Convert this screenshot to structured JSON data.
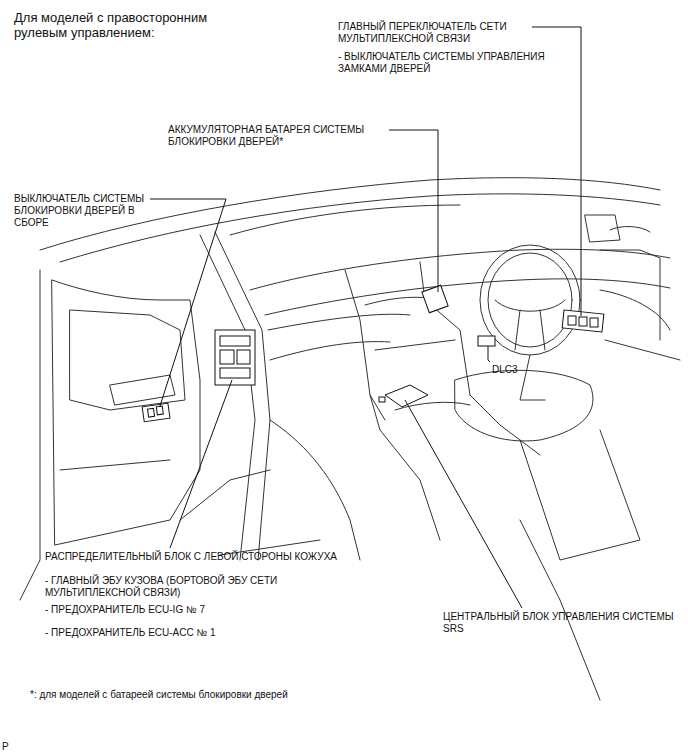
{
  "diagram": {
    "title": "Для моделей с правосторонним рулевым управлением:",
    "labels": [
      "ГЛАВНЫЙ ПЕРЕКЛЮЧАТЕЛЬ СЕТИ МУЛЬТИПЛЕКСНОЙ СВЯЗИ",
      "- ВЫКЛЮЧАТЕЛЬ СИСТЕМЫ УПРАВЛЕНИЯ ЗАМКАМИ ДВЕРЕЙ",
      "АККУМУЛЯТОРНАЯ БАТАРЕЯ СИСТЕМЫ БЛОКИРОВКИ ДВЕРЕЙ*",
      "ВЫКЛЮЧАТЕЛЬ СИСТЕМЫ БЛОКИРОВКИ ДВЕРЕЙ В СБОРЕ",
      "DLC3",
      "РАСПРЕДЕЛИТЕЛЬНЫЙ БЛОК С ЛЕВОЙ СТОРОНЫ КОЖУХА",
      "- ГЛАВНЫЙ ЭБУ КУЗОВА (БОРТОВОЙ ЭБУ СЕТИ МУЛЬТИПЛЕКСНОЙ СВЯЗИ)",
      "- ПРЕДОХРАНИТЕЛЬ ECU-IG № 7",
      "- ПРЕДОХРАНИТЕЛЬ ECU-ACC № 1",
      "ЦЕНТРАЛЬНЫЙ БЛОК УПРАВЛЕНИЯ СИСТЕМЫ SRS",
      "*: для моделей с батареей системы блокировки дверей",
      "P"
    ]
  }
}
